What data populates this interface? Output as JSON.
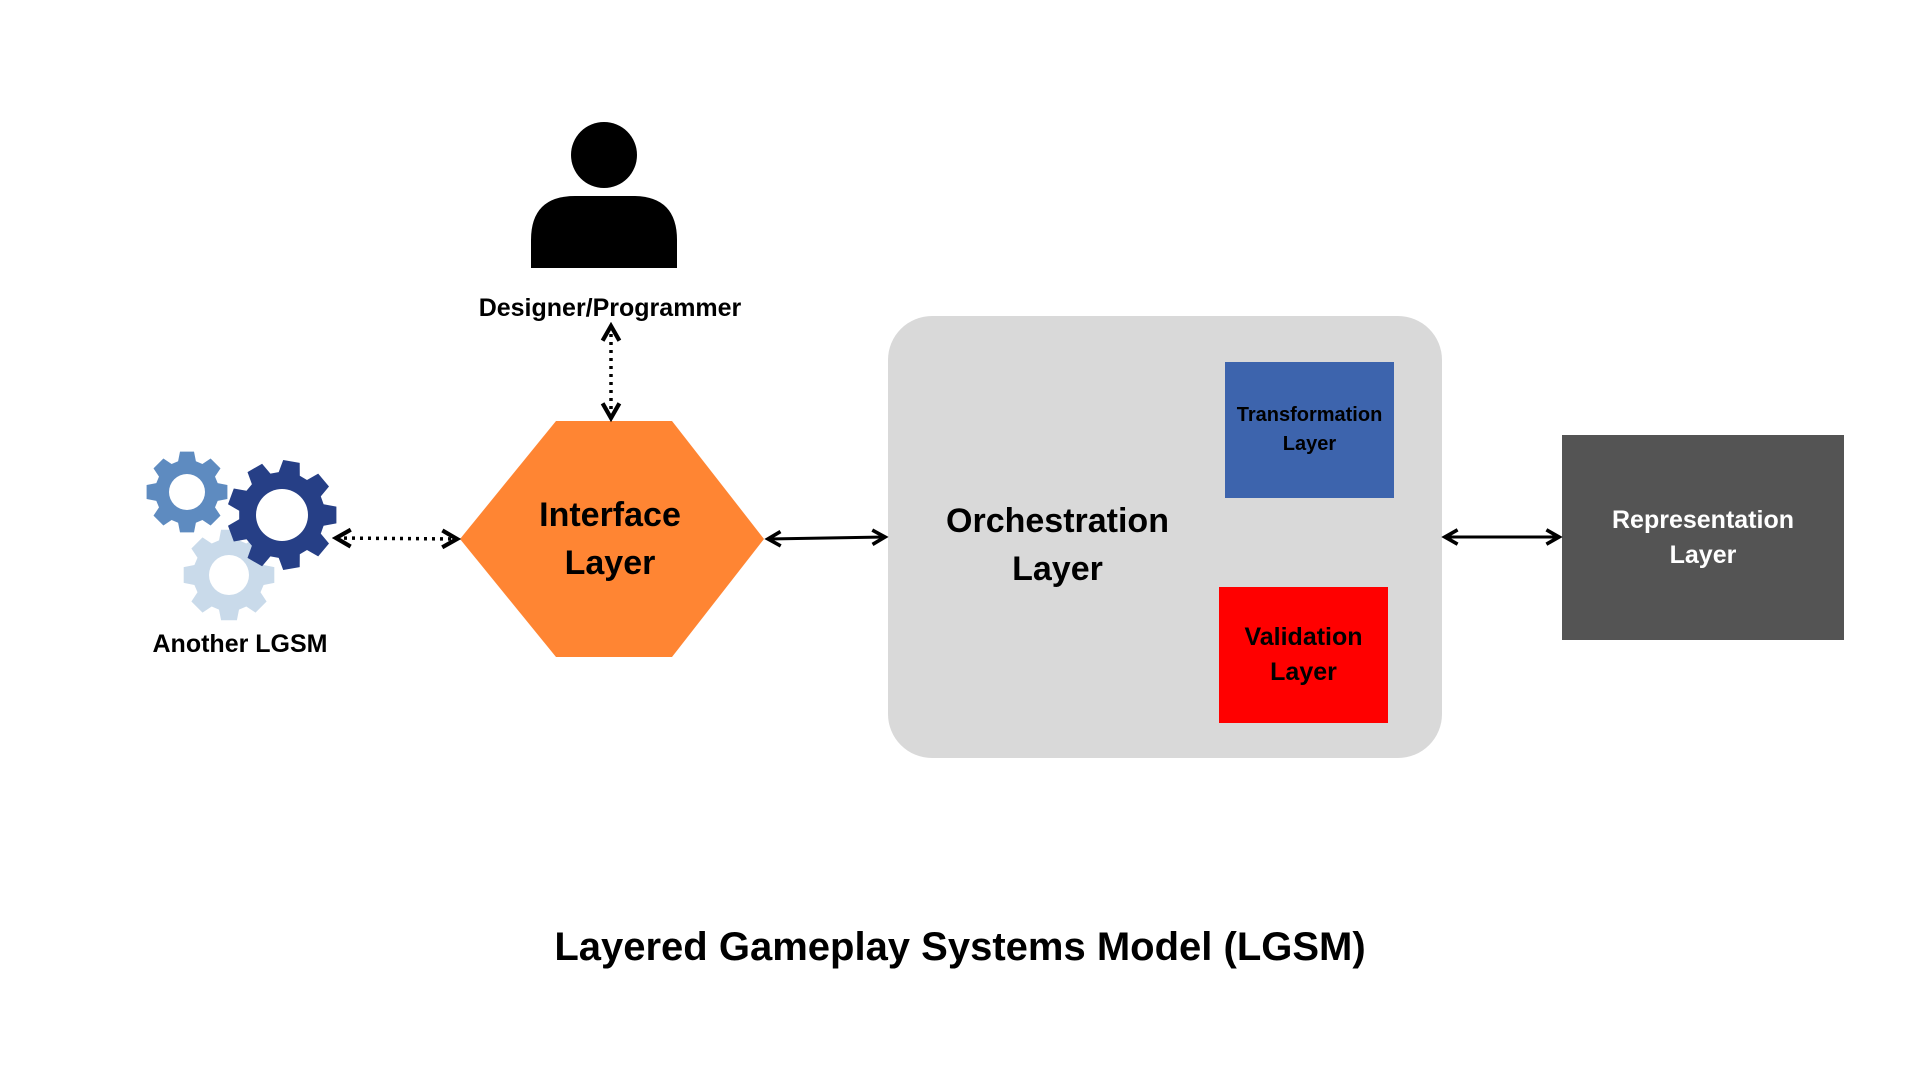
{
  "designer": {
    "label": "Designer/Programmer",
    "icon": "person-icon"
  },
  "another_lgsm": {
    "label": "Another LGSM",
    "icon": "gears-icon"
  },
  "interface_layer": {
    "line1": "Interface",
    "line2": "Layer",
    "color": "#FF8533"
  },
  "orchestration_layer": {
    "line1": "Orchestration",
    "line2": "Layer",
    "color": "#D9D9D9"
  },
  "transformation_layer": {
    "line1": "Transformation",
    "line2": "Layer",
    "color": "#3D64AD"
  },
  "validation_layer": {
    "line1": "Validation",
    "line2": "Layer",
    "color": "#FF0000"
  },
  "representation_layer": {
    "line1": "Representation",
    "line2": "Layer",
    "color": "#545454"
  },
  "gear_colors": {
    "light": "#C9DAEA",
    "mid": "#5E8BC0",
    "dark": "#263F86"
  },
  "title": "Layered Gameplay Systems Model (LGSM)"
}
